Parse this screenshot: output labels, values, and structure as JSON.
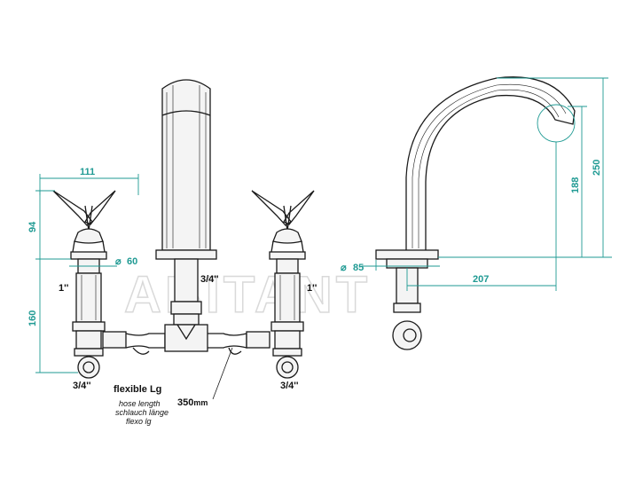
{
  "watermark": "ABITANT",
  "dimensions": {
    "handle_width": "111",
    "handle_height": "94",
    "base_diameter": "60",
    "diameter_symbol": "⌀",
    "body_height": "160",
    "spout_base_diameter": "85",
    "spout_reach": "207",
    "spout_height": "188",
    "overall_height": "250"
  },
  "threads": {
    "left_stem": "1''",
    "right_stem": "1''",
    "center_stem": "3/4''",
    "left_outlet": "3/4''",
    "right_outlet": "3/4''"
  },
  "hose_note": {
    "title": "flexible Lg",
    "lines": [
      "hose length",
      "schlauch länge",
      "flexo lg"
    ],
    "value": "350",
    "unit": "mm"
  },
  "colors": {
    "dimension": "#1f9a93",
    "line": "#1a1a1a"
  }
}
